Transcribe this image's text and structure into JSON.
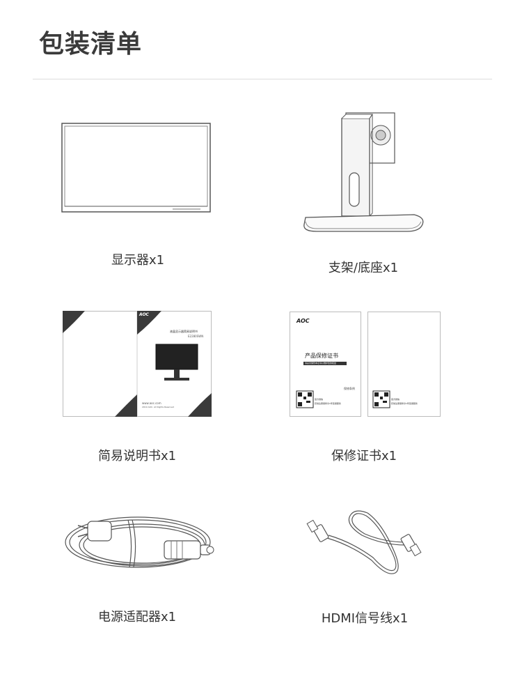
{
  "page": {
    "title": "包装清单"
  },
  "items": [
    {
      "label": "显示器x1"
    },
    {
      "label": "支架/底座x1"
    },
    {
      "label": "简易说明书x1"
    },
    {
      "label": "保修证书x1"
    },
    {
      "label": "电源适配器x1"
    },
    {
      "label": "HDMI信号线x1"
    }
  ],
  "manual": {
    "brand": "AOC",
    "title": "液晶显示器简易说明书",
    "model": "E2280SWN",
    "website": "www.aoc.com",
    "copyright": "2019 AOC. All Rights Reserved"
  },
  "warranty": {
    "brand": "AOC",
    "title": "产品保修证书",
    "subtitle": "请妥善保管本证书以维护您的权益",
    "stamp": "保修条例",
    "qr_caption_1": "官方微信",
    "qr_caption_2": "获得注册保修享1年延保服务"
  },
  "icons": {
    "monitor": "monitor-outline-icon",
    "stand": "stand-base-outline-icon",
    "manual": "manual-booklet-icon",
    "warranty": "warranty-card-icon",
    "adapter": "power-adapter-cable-icon",
    "hdmi": "hdmi-cable-icon"
  },
  "colors": {
    "text": "#333333",
    "title": "#3a3a3a",
    "line": "#dddddd",
    "outline": "#555555",
    "dark": "#3a3a3a"
  }
}
